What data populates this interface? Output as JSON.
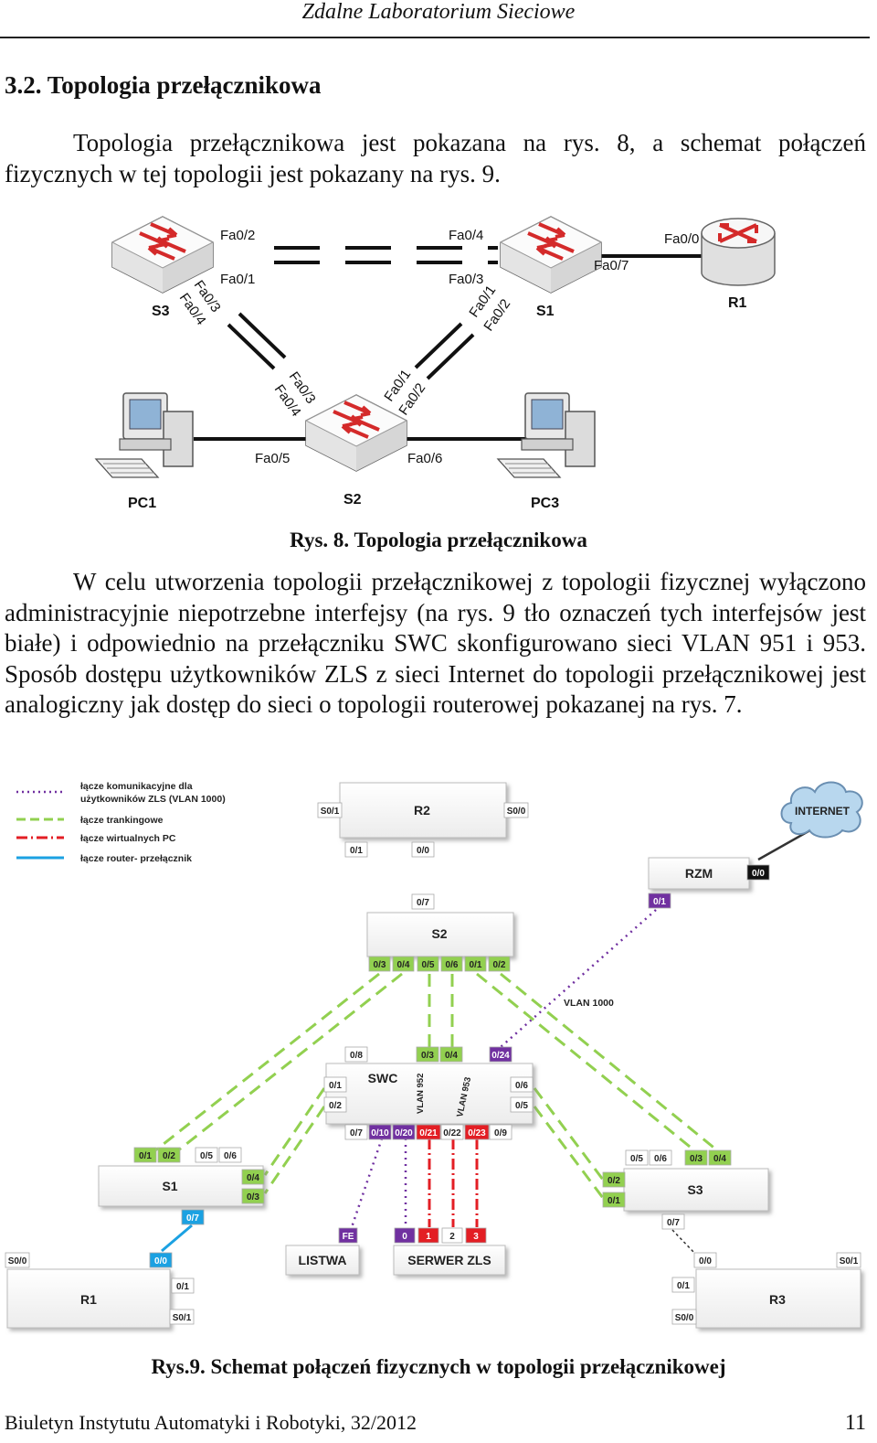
{
  "header": {
    "journal_title": "Zdalne Laboratorium Sieciowe"
  },
  "section": {
    "number_title": "3.2. Topologia przełącznikowa"
  },
  "paragraphs": {
    "p1": "Topologia przełącznikowa jest pokazana na rys. 8, a schemat połączeń fizycznych w tej topologii jest pokazany na rys. 9.",
    "p2": "W celu utworzenia topologii przełącznikowej z topologii fizycznej wyłączono administracyjnie niepotrzebne interfejsy (na rys. 9 tło oznaczeń tych interfejsów jest białe) i odpowiednio na przełączniku SWC skonfigurowano sieci VLAN 951 i 953. Sposób dostępu użytkowników ZLS z sieci Internet do topologii przełącznikowej jest analogiczny jak dostęp do sieci o topologii routerowej pokazanej na rys. 7."
  },
  "figure8": {
    "caption": "Rys. 8. Topologia przełącznikowa",
    "devices": {
      "s3": "S3",
      "s1": "S1",
      "s2": "S2",
      "r1": "R1",
      "pc1": "PC1",
      "pc3": "PC3"
    },
    "ports": {
      "s3_fa02": "Fa0/2",
      "s3_fa01": "Fa0/1",
      "s3_fa03": "Fa0/3",
      "s3_fa04": "Fa0/4",
      "s1_fa04": "Fa0/4",
      "s1_fa03": "Fa0/3",
      "s1_fa01": "Fa0/1",
      "s1_fa02": "Fa0/2",
      "s1_fa07": "Fa0/7",
      "r1_fa00": "Fa0/0",
      "s2_fa03": "Fa0/3",
      "s2_fa04": "Fa0/4",
      "s2_fa01": "Fa0/1",
      "s2_fa02": "Fa0/2",
      "s2_fa05": "Fa0/5",
      "s2_fa06": "Fa0/6"
    }
  },
  "figure9": {
    "caption": "Rys.9. Schemat połączeń fizycznych w topologii przełącznikowej",
    "legend": {
      "l1a": "łącze komunikacyjne dla",
      "l1b": "użytkowników ZLS (VLAN 1000)",
      "l2": "łącze trankingowe",
      "l3": "łącze wirtualnych PC",
      "l4": "łącze router- przełącznik"
    },
    "colors": {
      "trunk": "#92d050",
      "vlan1000": "#7030a0",
      "virtual_pc": "#e31e24",
      "router_switch": "#1ba1e2"
    },
    "cloud": "INTERNET",
    "vlan_label": "VLAN 1000",
    "swc_vlan952": "VLAN 952",
    "swc_vlan953": "VLAN 953",
    "boxes": {
      "r2": "R2",
      "rzm": "RZM",
      "s2": "S2",
      "swc": "SWC",
      "s1": "S1",
      "s3": "S3",
      "r1": "R1",
      "r3": "R3",
      "listwa": "LISTWA",
      "serwer": "SERWER ZLS"
    },
    "ports": {
      "r2_s01": "S0/1",
      "r2_s00": "S0/0",
      "r2_01": "0/1",
      "r2_00": "0/0",
      "rzm_00": "0/0",
      "rzm_01": "0/1",
      "s2_07": "0/7",
      "s2_03": "0/3",
      "s2_04": "0/4",
      "s2_05": "0/5",
      "s2_06": "0/6",
      "s2_01": "0/1",
      "s2_02": "0/2",
      "swc_08": "0/8",
      "swc_03": "0/3",
      "swc_04": "0/4",
      "swc_024": "0/24",
      "swc_01": "0/1",
      "swc_02": "0/2",
      "swc_06": "0/6",
      "swc_05": "0/5",
      "swc_07": "0/7",
      "swc_010": "0/10",
      "swc_020": "0/20",
      "swc_021": "0/21",
      "swc_022": "0/22",
      "swc_023": "0/23",
      "swc_09": "0/9",
      "s1_01": "0/1",
      "s1_02": "0/2",
      "s1_05": "0/5",
      "s1_06": "0/6",
      "s1_04": "0/4",
      "s1_03": "0/3",
      "s1_07": "0/7",
      "s3_05": "0/5",
      "s3_06": "0/6",
      "s3_03": "0/3",
      "s3_04": "0/4",
      "s3_02": "0/2",
      "s3_01": "0/1",
      "s3_07": "0/7",
      "listwa_fe": "FE",
      "srv_0": "0",
      "srv_1": "1",
      "srv_2": "2",
      "srv_3": "3",
      "r1_s00": "S0/0",
      "r1_00": "0/0",
      "r1_01": "0/1",
      "r1_s01": "S0/1",
      "r3_00": "0/0",
      "r3_s01": "S0/1",
      "r3_01": "0/1",
      "r3_s00": "S0/0"
    }
  },
  "footer": {
    "journal": "Biuletyn Instytutu Automatyki i Robotyki, 32/2012",
    "page": "11"
  }
}
